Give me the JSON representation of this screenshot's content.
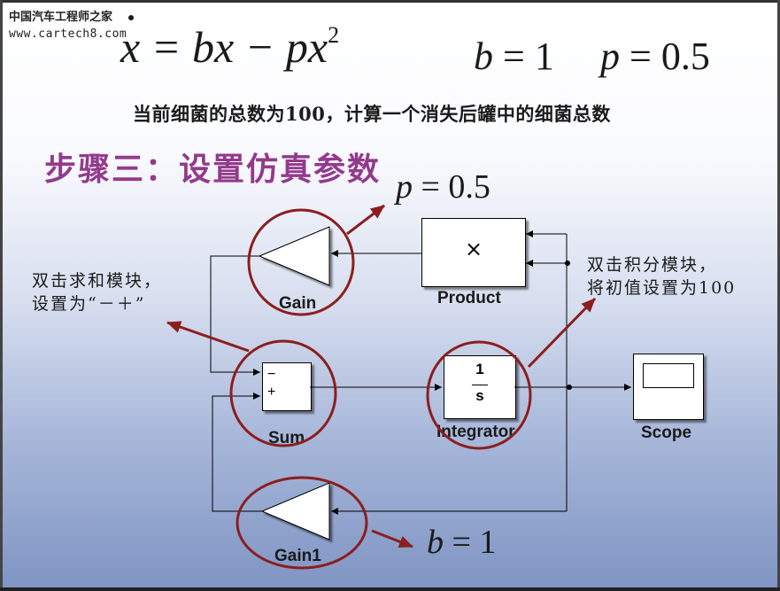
{
  "watermark": {
    "title": "中国汽车工程师之家",
    "url": "www.cartech8.com"
  },
  "equation": {
    "lhs": "x",
    "rhs_start": "= bx − px",
    "exponent": "2"
  },
  "params": {
    "b": {
      "symbol": "b",
      "equals": "= 1"
    },
    "p": {
      "symbol": "p",
      "equals": "= 0.5"
    }
  },
  "subtitle": "当前细菌的总数为100，计算一个消失后罐中的细菌总数",
  "step_title": "步骤三：设置仿真参数",
  "annotations": {
    "left_note": [
      "双击求和模块，",
      "设置为“－＋”"
    ],
    "right_note": [
      "双击积分模块，",
      "将初值设置为100"
    ]
  },
  "blocks": {
    "gain": {
      "label": "Gain",
      "value": "0.5"
    },
    "product": {
      "label": "Product",
      "symbol": "×"
    },
    "sum": {
      "label": "Sum",
      "sign1": "−",
      "sign2": "+"
    },
    "integrator": {
      "label": "Integrator",
      "numerator": "1",
      "denominator": "s"
    },
    "scope": {
      "label": "Scope"
    },
    "gain1": {
      "label": "Gain1",
      "value": "1"
    }
  },
  "colors": {
    "title": "#933a8c",
    "highlight": "#8b1e1e"
  }
}
